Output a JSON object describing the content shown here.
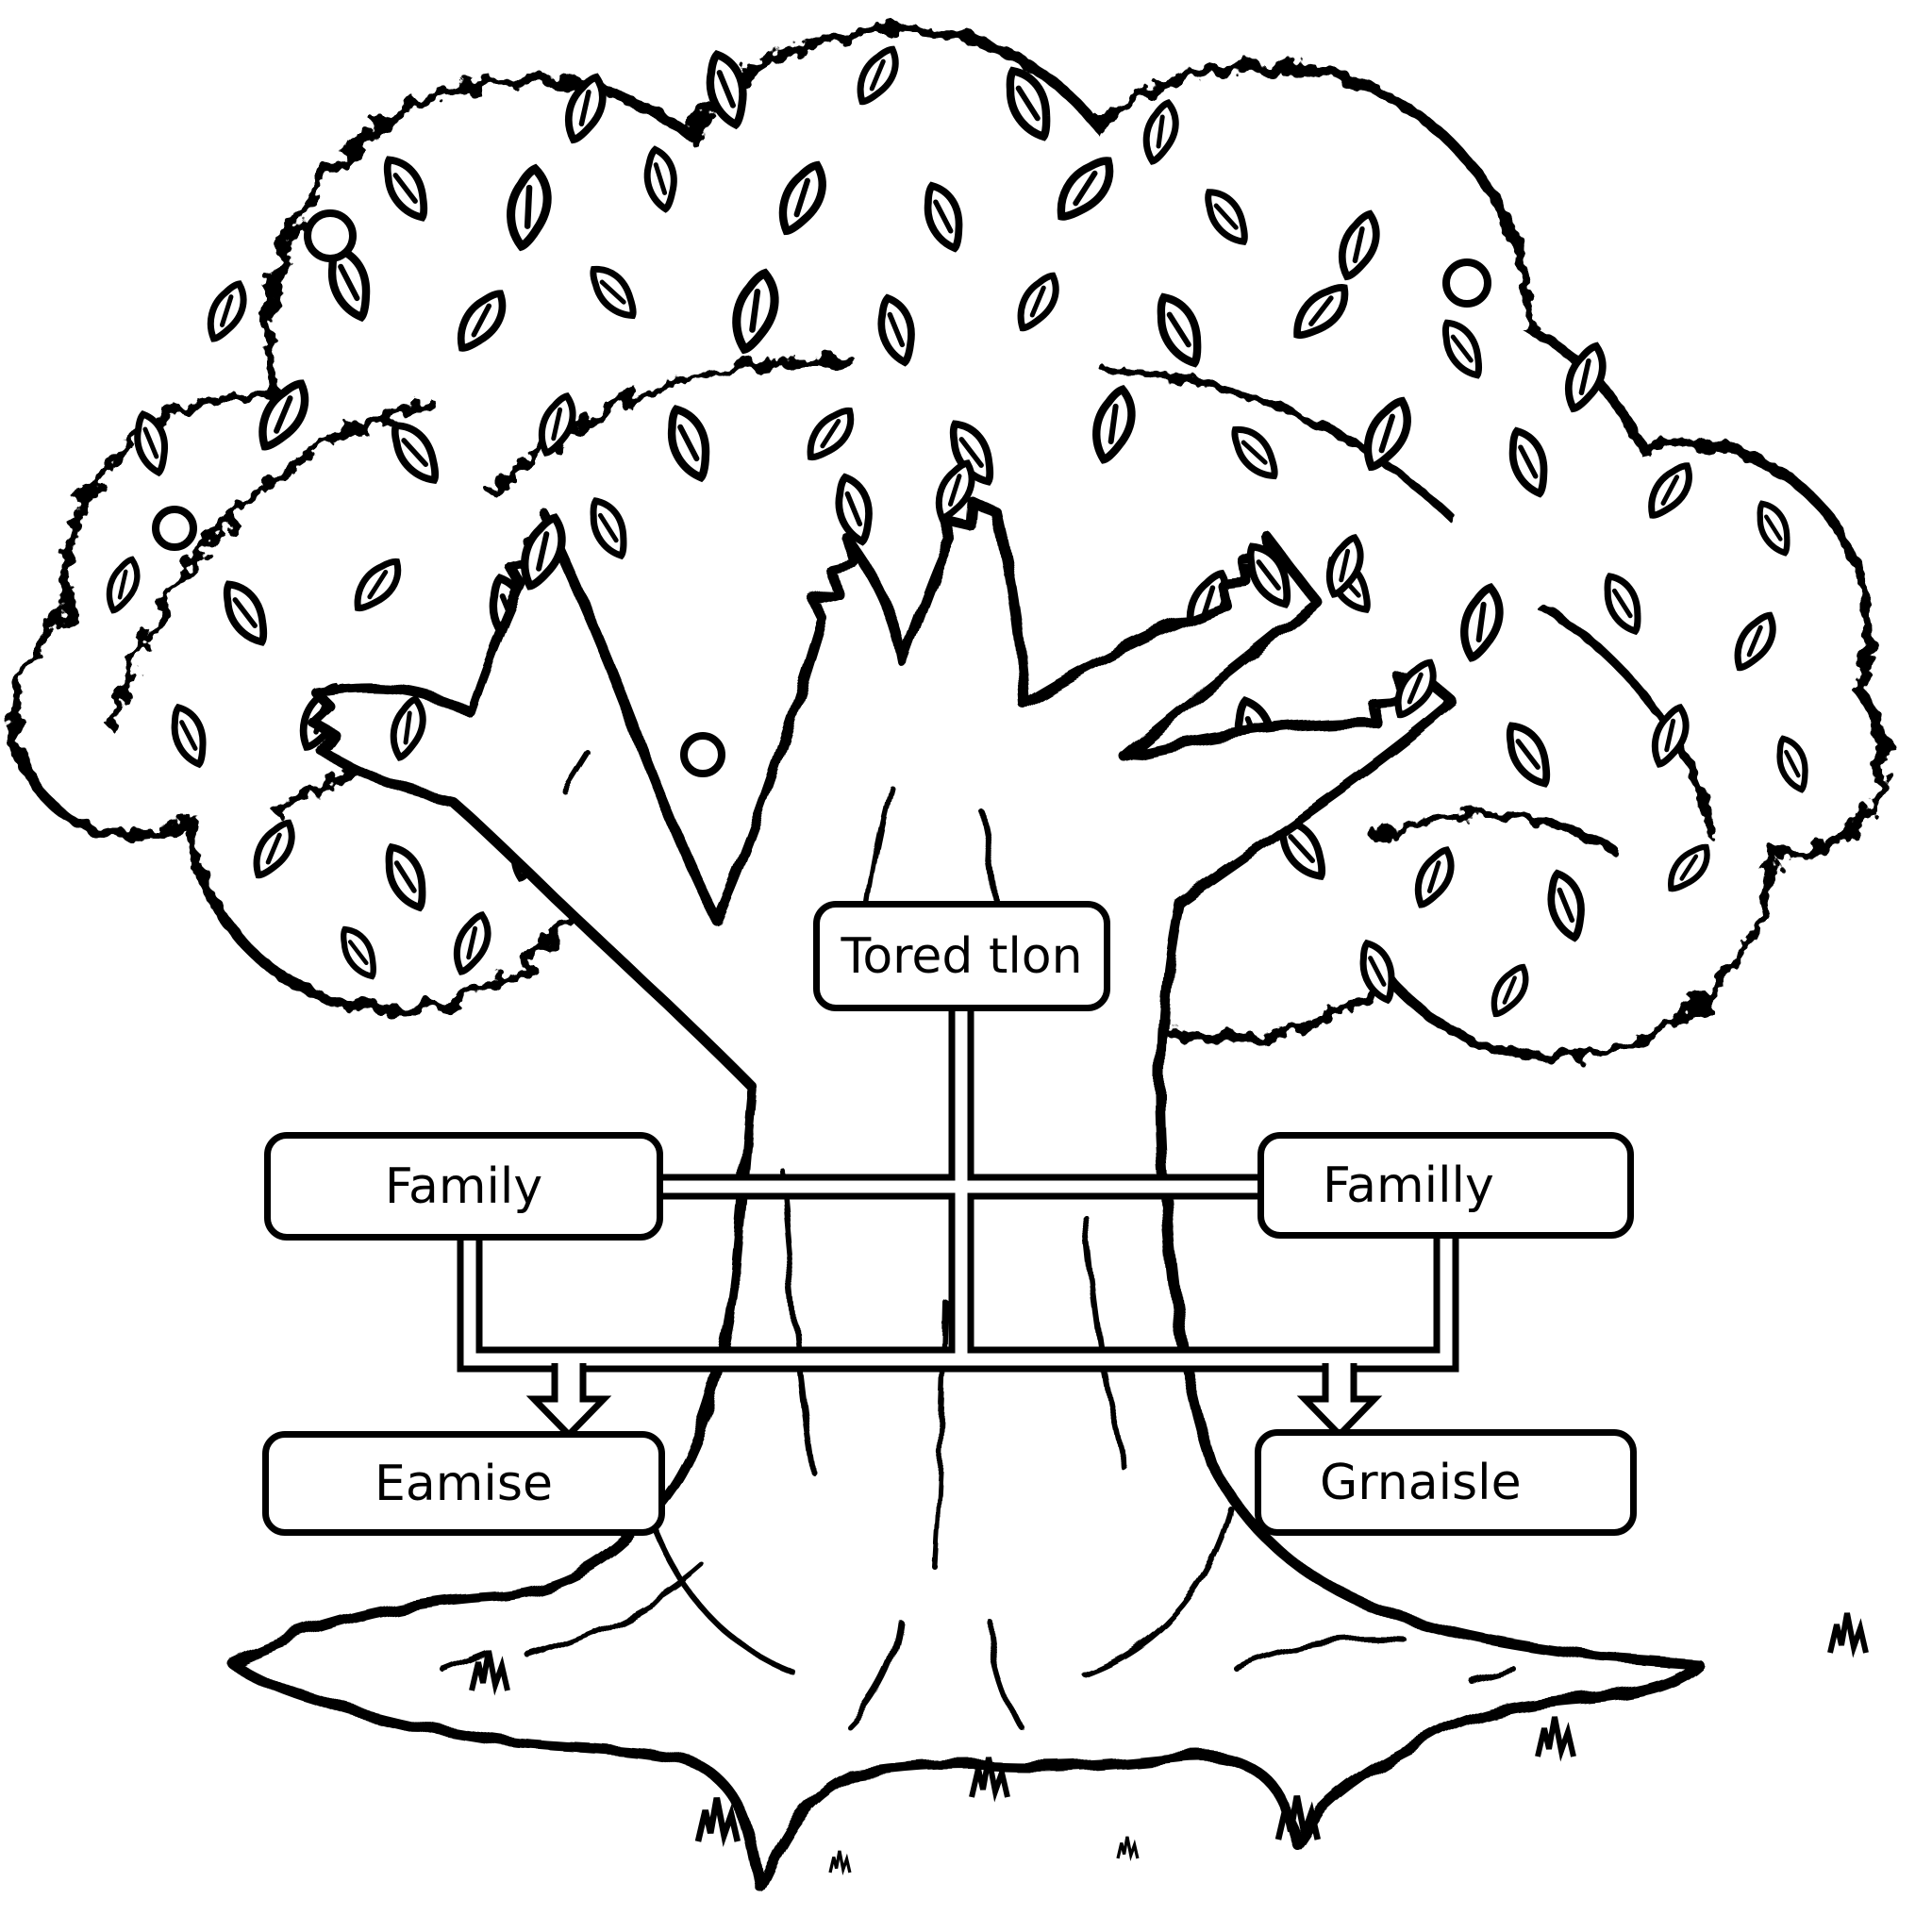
{
  "colors": {
    "ink": "#000000",
    "paper": "#ffffff"
  },
  "tree_diagram": {
    "top_box": {
      "label": "Tored tlon"
    },
    "middle_left_box": {
      "label": "Family"
    },
    "middle_right_box": {
      "label": "Familly"
    },
    "bottom_left_box": {
      "label": "Eamise"
    },
    "bottom_right_box": {
      "label": "Grnaisle"
    }
  }
}
